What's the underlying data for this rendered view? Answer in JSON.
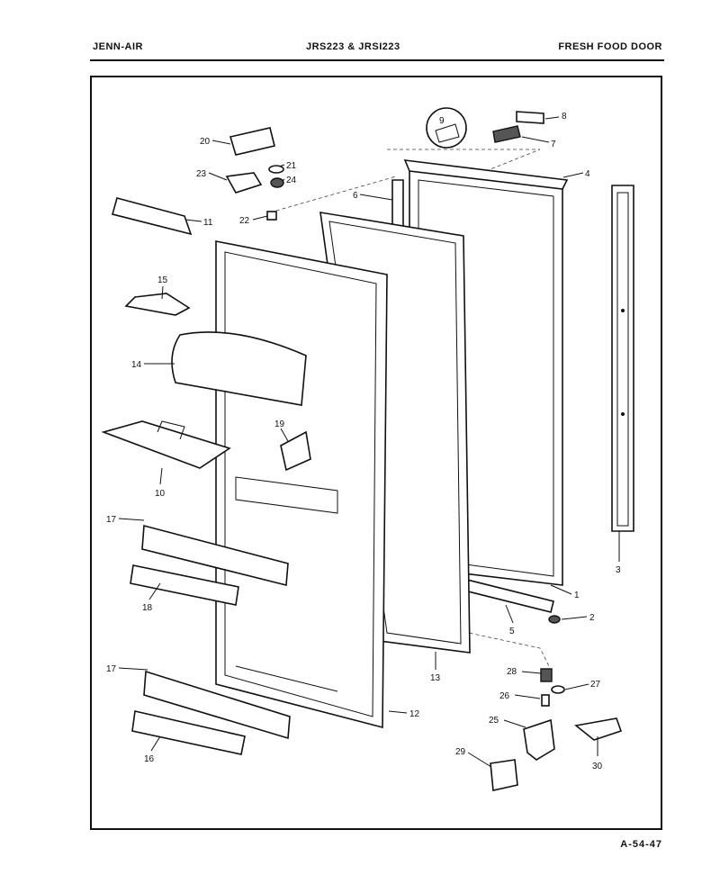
{
  "header": {
    "brand": "JENN-AIR",
    "model": "JRS223 & JRSI223",
    "section": "FRESH FOOD DOOR"
  },
  "footer": {
    "code": "A-54-47"
  },
  "callouts": [
    {
      "id": "c1",
      "num": "1"
    },
    {
      "id": "c2",
      "num": "2"
    },
    {
      "id": "c3",
      "num": "3"
    },
    {
      "id": "c4",
      "num": "4"
    },
    {
      "id": "c5",
      "num": "5"
    },
    {
      "id": "c6",
      "num": "6"
    },
    {
      "id": "c7",
      "num": "7"
    },
    {
      "id": "c8",
      "num": "8"
    },
    {
      "id": "c9",
      "num": "9"
    },
    {
      "id": "c10",
      "num": "10"
    },
    {
      "id": "c11",
      "num": "11"
    },
    {
      "id": "c12",
      "num": "12"
    },
    {
      "id": "c13",
      "num": "13"
    },
    {
      "id": "c14",
      "num": "14"
    },
    {
      "id": "c15",
      "num": "15"
    },
    {
      "id": "c16",
      "num": "16"
    },
    {
      "id": "c17a",
      "num": "17"
    },
    {
      "id": "c17b",
      "num": "17"
    },
    {
      "id": "c18",
      "num": "18"
    },
    {
      "id": "c19",
      "num": "19"
    },
    {
      "id": "c20",
      "num": "20"
    },
    {
      "id": "c21",
      "num": "21"
    },
    {
      "id": "c22",
      "num": "22"
    },
    {
      "id": "c23",
      "num": "23"
    },
    {
      "id": "c24",
      "num": "24"
    },
    {
      "id": "c25",
      "num": "25"
    },
    {
      "id": "c26",
      "num": "26"
    },
    {
      "id": "c27",
      "num": "27"
    },
    {
      "id": "c28",
      "num": "28"
    },
    {
      "id": "c29",
      "num": "29"
    },
    {
      "id": "c30",
      "num": "30"
    }
  ]
}
